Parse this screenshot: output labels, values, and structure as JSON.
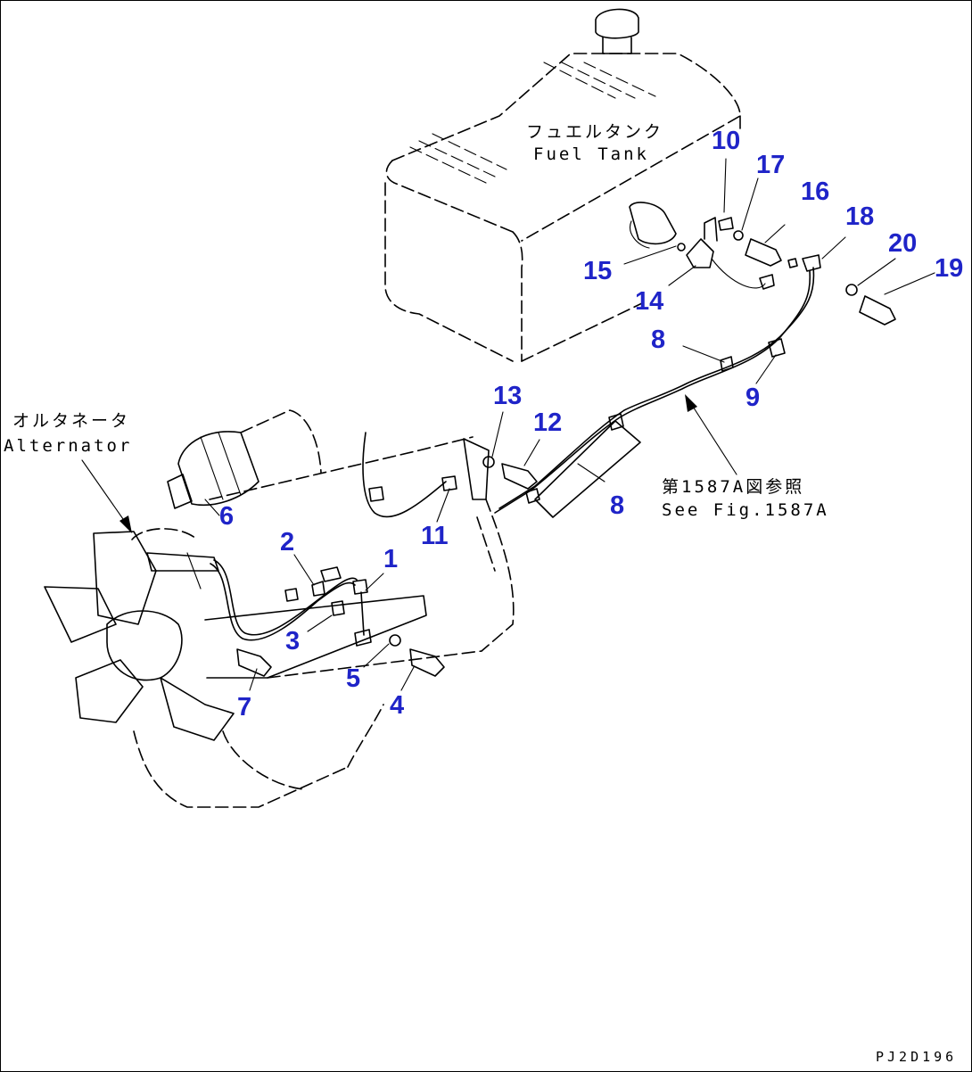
{
  "colors": {
    "callout": "#1f24c8",
    "line": "#000000",
    "background": "#ffffff"
  },
  "labels": {
    "fuel_tank_jp": "フュエルタンク",
    "fuel_tank_en": "Fuel Tank",
    "alternator_jp": "オルタネータ",
    "alternator_en": "Alternator",
    "ref_jp": "第1587A図参照",
    "ref_en": "See Fig.1587A",
    "drawing_code": "PJ2D196"
  },
  "callouts": [
    "1",
    "2",
    "3",
    "4",
    "5",
    "6",
    "7",
    "8",
    "8",
    "9",
    "10",
    "11",
    "12",
    "13",
    "14",
    "15",
    "16",
    "17",
    "18",
    "19",
    "20"
  ]
}
